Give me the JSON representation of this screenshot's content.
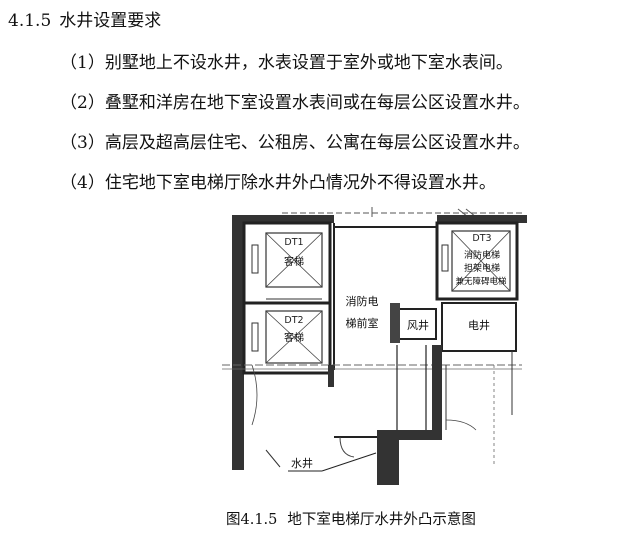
{
  "section": {
    "number": "4.1.5",
    "title": "水井设置要求"
  },
  "items": [
    "（1）别墅地上不设水井，水表设置于室外或地下室水表间。",
    "（2）叠墅和洋房在地下室设置水表间或在每层公区设置水井。",
    "（3）高层及超高层住宅、公租房、公寓在每层公区设置水井。",
    "（4）住宅地下室电梯厅除水井外凸情况外不得设置水井。"
  ],
  "figure": {
    "labels": {
      "dt1": "DT1",
      "dt1_name": "客梯",
      "dt2": "DT2",
      "dt2_name": "客梯",
      "dt3": "DT3",
      "dt3_line1": "消防电梯",
      "dt3_line2": "担架电梯",
      "dt3_line3": "兼无障碍电梯",
      "lobby_line1": "消防电",
      "lobby_line2": "梯前室",
      "air_shaft": "风井",
      "elec_shaft": "电井",
      "water_shaft": "水井"
    },
    "caption": {
      "number": "图4.1.5",
      "title": "地下室电梯厅水井外凸示意图"
    }
  }
}
